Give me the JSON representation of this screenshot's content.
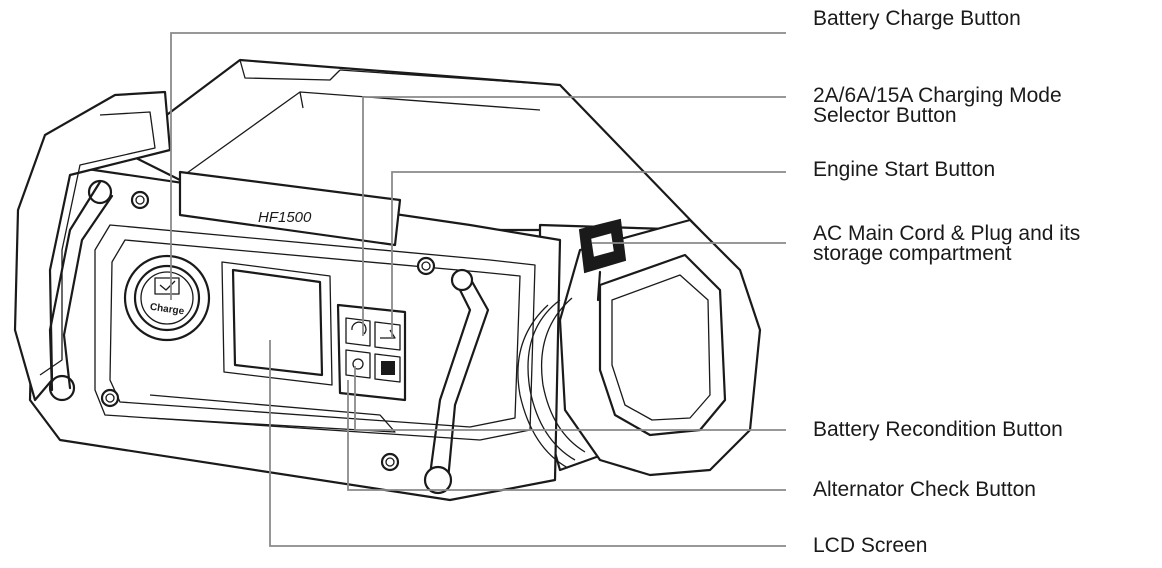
{
  "device": {
    "model_label": "HF1500",
    "charge_button_text": "Charge"
  },
  "callouts": [
    {
      "id": "battery-charge",
      "lines": [
        "Battery Charge Button"
      ]
    },
    {
      "id": "mode-selector",
      "lines": [
        "2A/6A/15A Charging Mode",
        "Selector Button"
      ]
    },
    {
      "id": "engine-start",
      "lines": [
        "Engine Start Button"
      ]
    },
    {
      "id": "ac-cord",
      "lines": [
        "AC Main Cord & Plug and its",
        "storage compartment"
      ]
    },
    {
      "id": "recondition",
      "lines": [
        "Battery Recondition Button"
      ]
    },
    {
      "id": "alternator",
      "lines": [
        "Alternator Check Button"
      ]
    },
    {
      "id": "lcd",
      "lines": [
        "LCD Screen"
      ]
    }
  ],
  "colors": {
    "outline": "#1a1a1a",
    "leader": "#8a8a8a",
    "background": "#ffffff"
  }
}
